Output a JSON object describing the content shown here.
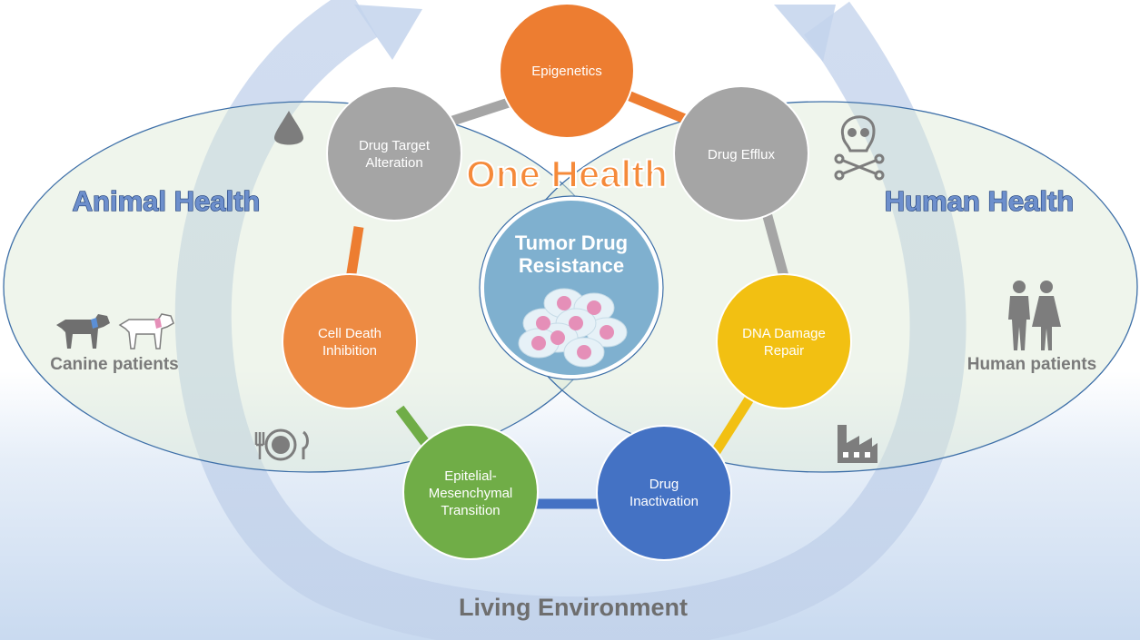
{
  "titles": {
    "one_health": "One Health",
    "animal_health": "Animal Health",
    "human_health": "Human Health",
    "living_environment": "Living Environment"
  },
  "center": {
    "line1": "Tumor Drug",
    "line2": "Resistance"
  },
  "patients": {
    "canine": "Canine patients",
    "human": "Human patients"
  },
  "nodes": {
    "epigenetics": {
      "lines": [
        "Epigenetics"
      ],
      "color": "#ed7d31"
    },
    "drug_efflux": {
      "lines": [
        "Drug Efflux"
      ],
      "color": "#a5a5a5"
    },
    "dna_damage_repair": {
      "lines": [
        "DNA Damage",
        "Repair"
      ],
      "color": "#f2c012"
    },
    "drug_inactivation": {
      "lines": [
        "Drug",
        "Inactivation"
      ],
      "color": "#4472c4"
    },
    "emt": {
      "lines": [
        "Epitelial-",
        "Mesenchymal",
        "Transition"
      ],
      "color": "#70ad47"
    },
    "cell_death_inhibition": {
      "lines": [
        "Cell Death",
        "Inhibition"
      ],
      "color": "#ed8a42"
    },
    "drug_target_alteration": {
      "lines": [
        "Drug Target",
        "Alteration"
      ],
      "color": "#a5a5a5"
    }
  },
  "icons": [
    "water-drop-icon",
    "skull-crossbones-icon",
    "dog-icon",
    "dog-icon",
    "people-icon",
    "plate-cutlery-icon",
    "factory-icon",
    "cells-icon"
  ],
  "colors": {
    "ellipse_stroke": "#3d6fa8",
    "ellipse_fill": "#dce8d7",
    "arc": "#c3d3ec",
    "center_fill": "#7fb0cf",
    "icon_gray": "#7d7d7d"
  }
}
